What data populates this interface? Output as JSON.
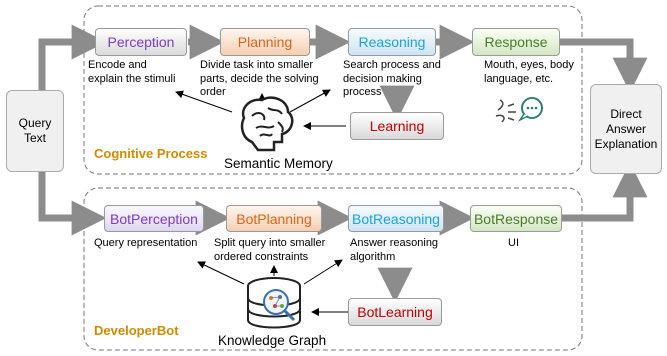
{
  "query": {
    "label": "Query Text"
  },
  "answer": {
    "line1": "Direct Answer",
    "line2": "Explanation"
  },
  "cognitive": {
    "label": "Cognitive Process",
    "memory_caption": "Semantic Memory",
    "perception": {
      "label": "Perception",
      "note": [
        "Encode and",
        "explain the stimuli"
      ],
      "color": "#7a3cc4"
    },
    "planning": {
      "label": "Planning",
      "note": [
        "Divide task into smaller",
        "parts, decide the solving",
        "order"
      ],
      "color": "#d9651a"
    },
    "reasoning": {
      "label": "Reasoning",
      "note": [
        "Search process and",
        "decision making",
        "process"
      ],
      "color": "#1aa3e0"
    },
    "response": {
      "label": "Response",
      "note": [
        "Mouth, eyes, body",
        "language, etc."
      ],
      "color": "#4a7a2c"
    },
    "learning": {
      "label": "Learning",
      "color": "#c00000"
    }
  },
  "bot": {
    "label": "DeveloperBot",
    "kg_caption": "Knowledge Graph",
    "perception": {
      "label": "BotPerception",
      "note": [
        "Query representation"
      ],
      "color": "#7a3cc4"
    },
    "planning": {
      "label": "BotPlanning",
      "note": [
        "Split query into smaller",
        "ordered constraints"
      ],
      "color": "#d9651a"
    },
    "reasoning": {
      "label": "BotReasoning",
      "note": [
        "Answer reasoning",
        "algorithm"
      ],
      "color": "#1aa3e0"
    },
    "response": {
      "label": "BotResponse",
      "note": [
        "UI"
      ],
      "color": "#4a7a2c"
    },
    "learning": {
      "label": "BotLearning",
      "color": "#c00000"
    }
  },
  "colors": {
    "group_label": "#d08c00",
    "arrow": "#8c8c8c",
    "dashed": "#777777"
  }
}
